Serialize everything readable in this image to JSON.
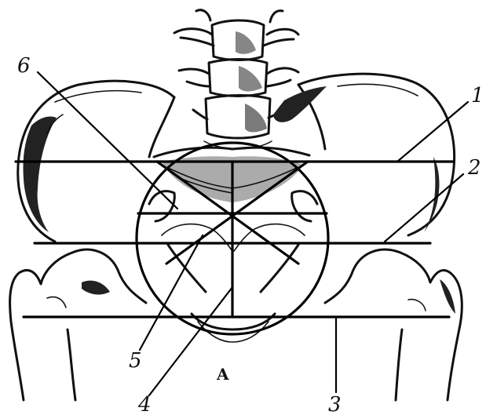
{
  "figure": {
    "caption": "A",
    "labels": [
      {
        "id": "1",
        "text": "1"
      },
      {
        "id": "2",
        "text": "2"
      },
      {
        "id": "3",
        "text": "3"
      },
      {
        "id": "4",
        "text": "4"
      },
      {
        "id": "5",
        "text": "5"
      },
      {
        "id": "6",
        "text": "6"
      }
    ]
  }
}
